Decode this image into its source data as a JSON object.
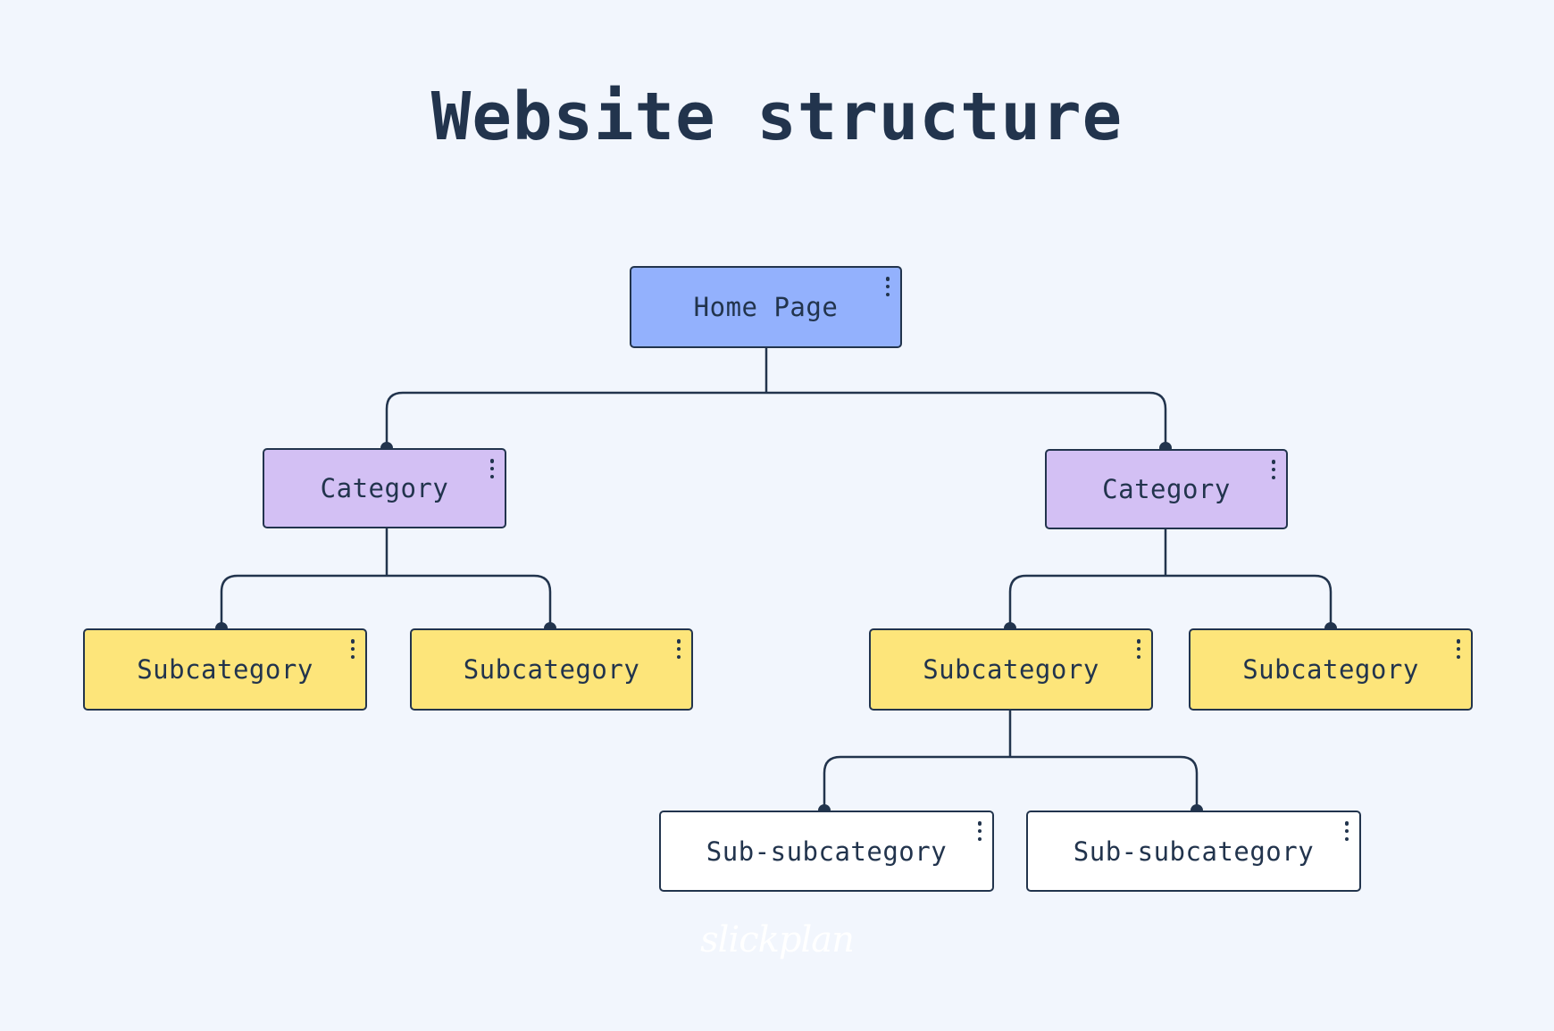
{
  "title": "Website structure",
  "nodes": {
    "home": "Home Page",
    "category_left": "Category",
    "category_right": "Category",
    "sub_1": "Subcategory",
    "sub_2": "Subcategory",
    "sub_3": "Subcategory",
    "sub_4": "Subcategory",
    "subsub_1": "Sub-subcategory",
    "subsub_2": "Sub-subcategory"
  },
  "logo": "slickplan",
  "colors": {
    "background": "#f2f6fd",
    "home": "#93b1fd",
    "category": "#d3c0f4",
    "subcategory": "#fde57a",
    "sub_subcategory": "#ffffff",
    "ink": "#22344d"
  }
}
